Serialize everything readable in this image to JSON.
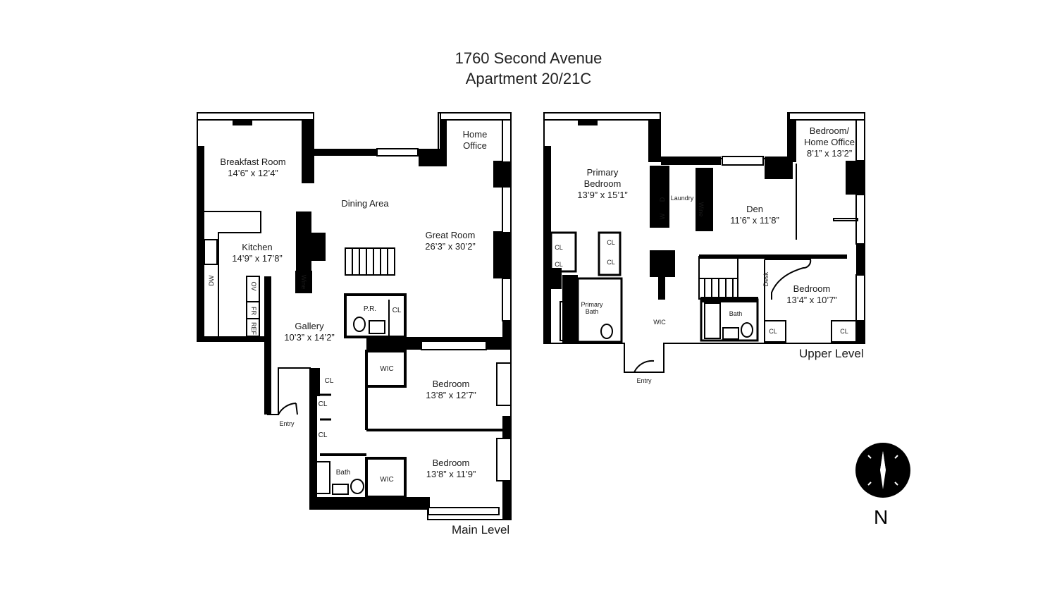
{
  "header": {
    "address": "1760 Second Avenue",
    "unit": "Apartment 20/21C"
  },
  "main_level": {
    "label": "Main Level",
    "rooms": {
      "breakfast": {
        "name": "Breakfast Room",
        "dims": "14’6” x 12’4”"
      },
      "dining": {
        "name": "Dining Area"
      },
      "home_office": {
        "name": "Home\nOffice"
      },
      "great_room": {
        "name": "Great Room",
        "dims": "26’3” x 30’2”"
      },
      "kitchen": {
        "name": "Kitchen",
        "dims": "14’9” x 17’8”"
      },
      "gallery": {
        "name": "Gallery",
        "dims": "10’3” x 14’2”"
      },
      "bedroom1": {
        "name": "Bedroom",
        "dims": "13’8” x 12’7”"
      },
      "bedroom2": {
        "name": "Bedroom",
        "dims": "13’8” x 11’9”"
      },
      "pr": "P.R.",
      "cl": "CL",
      "wic": "WIC",
      "bath": "Bath",
      "entry": "Entry",
      "dw": "DW",
      "ov": "OV",
      "fr": "FR",
      "ref": "REF",
      "wine": "Wine"
    }
  },
  "upper_level": {
    "label": "Upper Level",
    "rooms": {
      "primary_bedroom": {
        "name": "Primary\nBedroom",
        "dims": "13’9” x 15’1”"
      },
      "bedroom_office": {
        "name": "Bedroom/\nHome Office",
        "dims": "8’1” x 13’2”"
      },
      "den": {
        "name": "Den",
        "dims": "11’6” x 11’8”"
      },
      "laundry": "Laundry",
      "w": "W",
      "d": "D",
      "wine": "Wine",
      "primary_bath": "Primary\nBath",
      "wic": "WIC",
      "bath": "Bath",
      "bedroom": {
        "name": "Bedroom",
        "dims": "13’4” x 10’7”"
      },
      "desk": "Desk",
      "cl": "CL",
      "entry": "Entry"
    }
  },
  "compass": {
    "letter": "N"
  }
}
